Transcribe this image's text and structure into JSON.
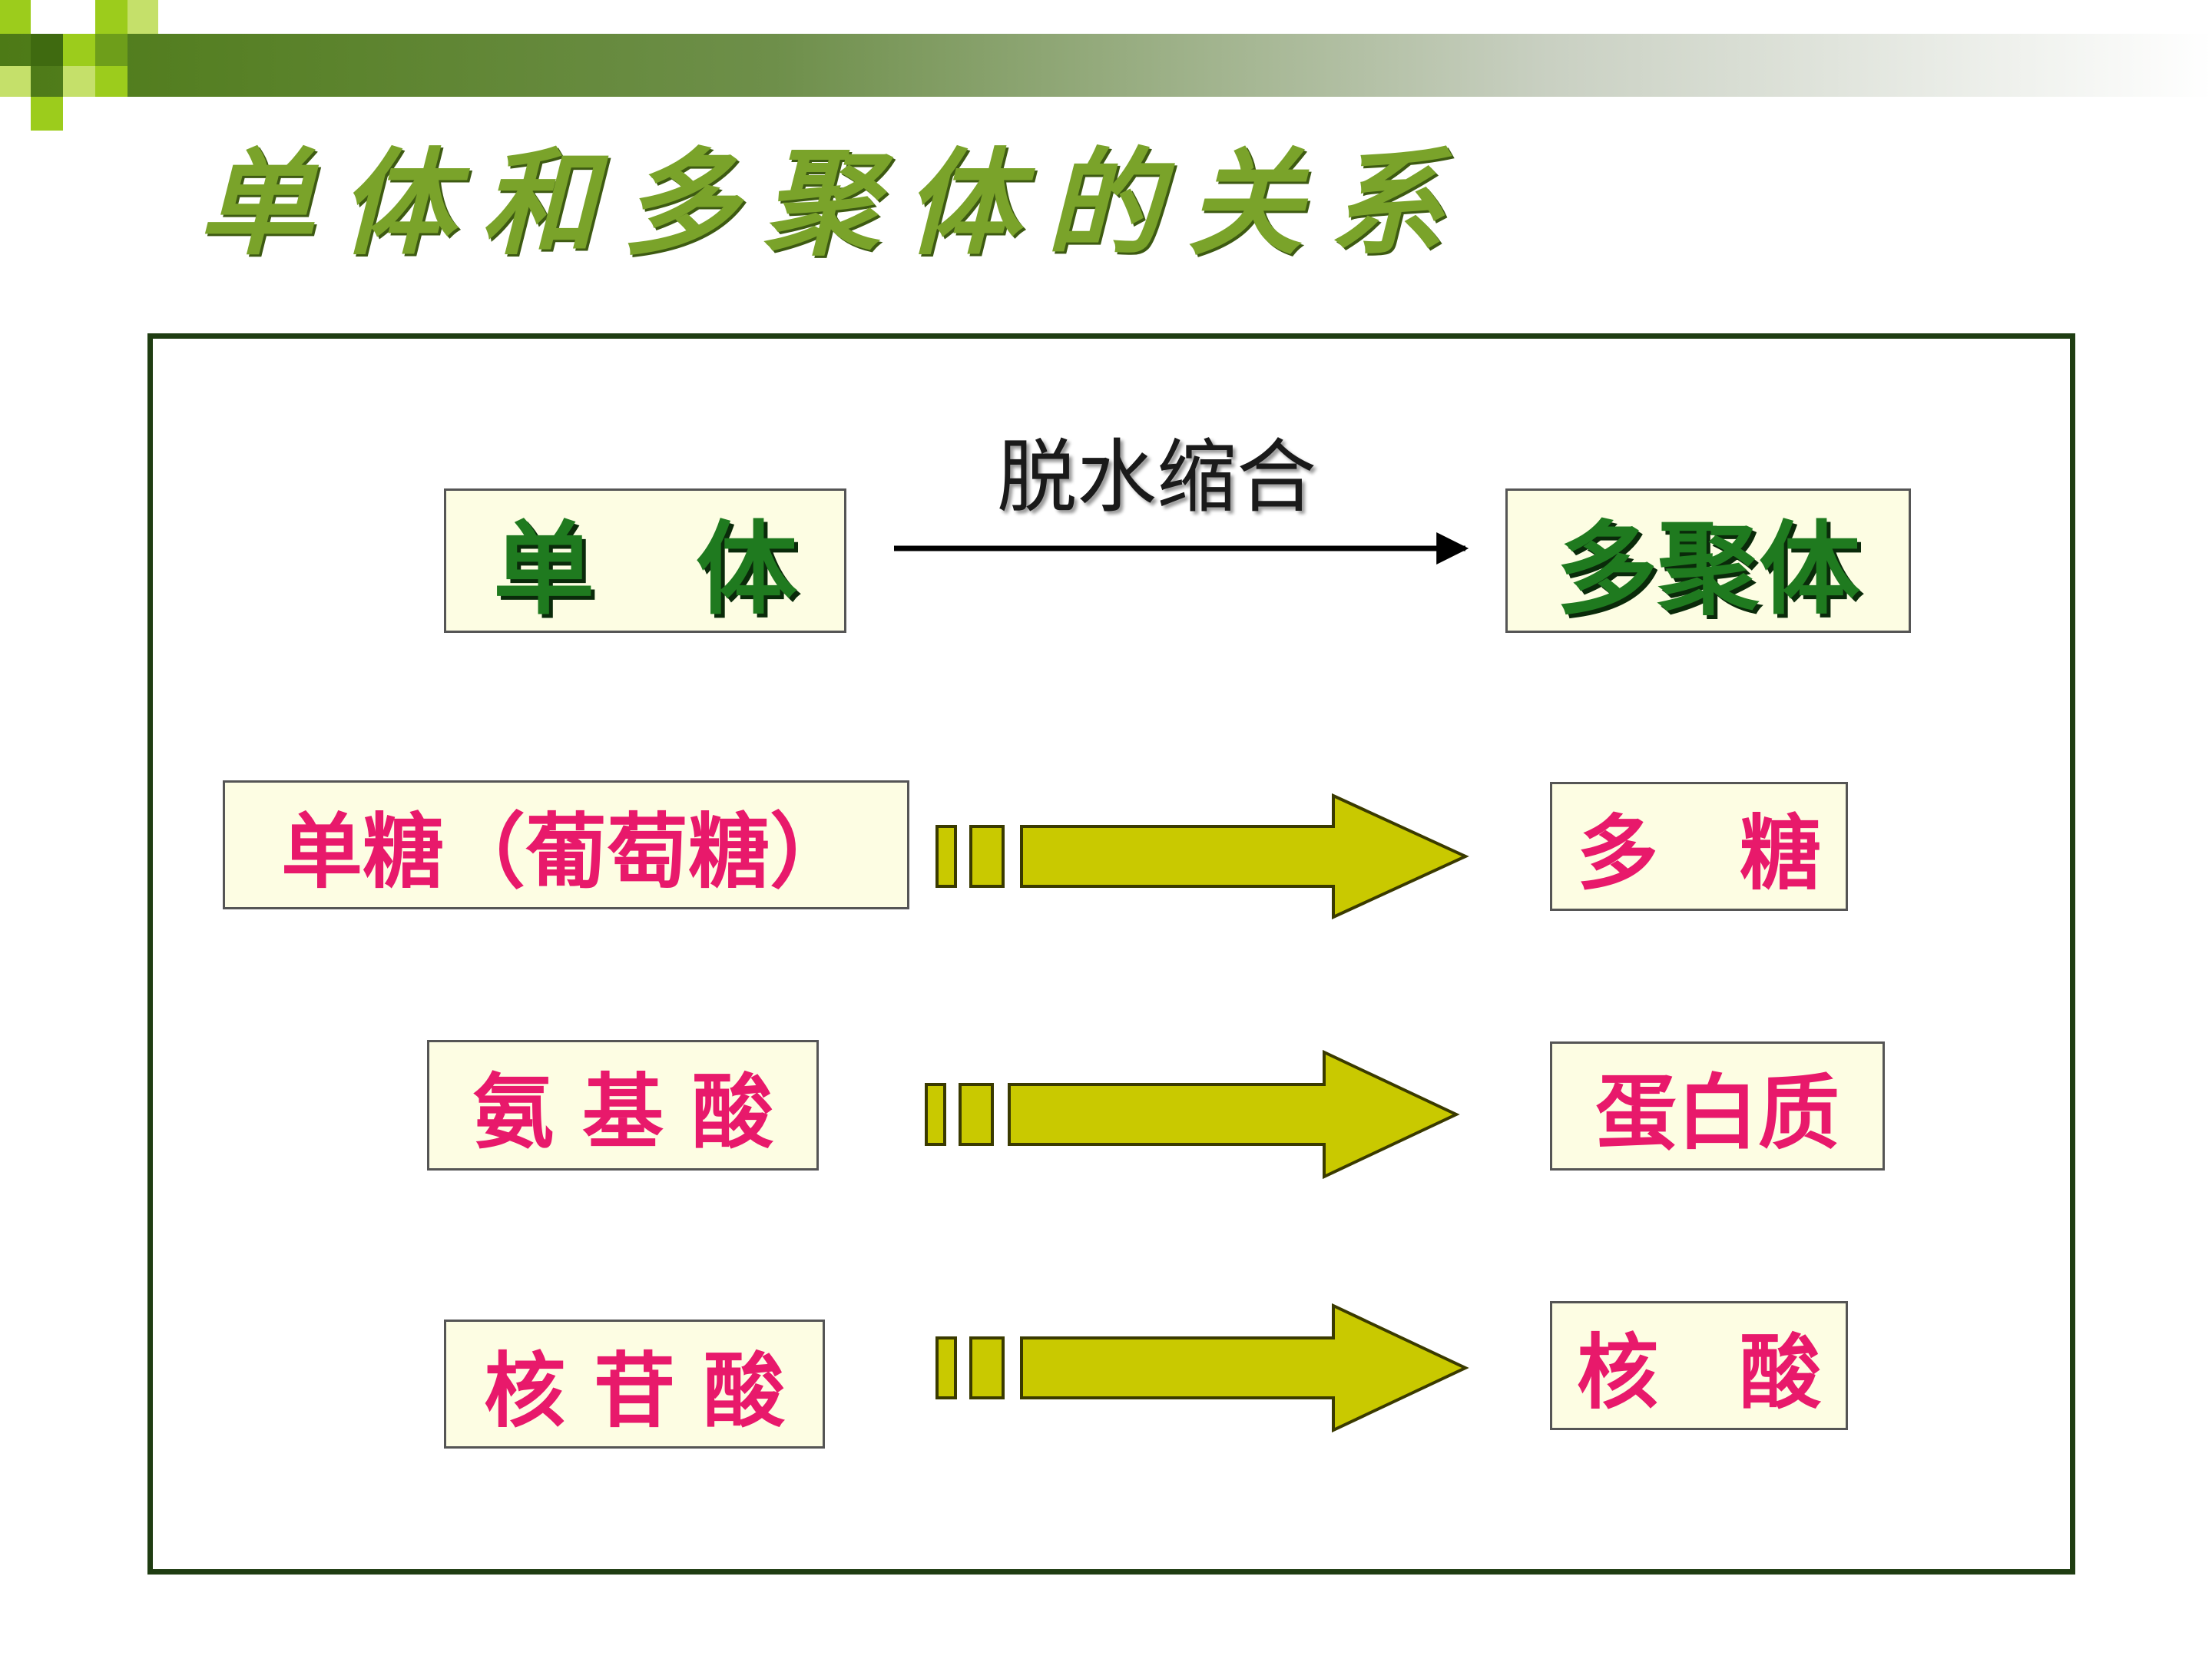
{
  "title": "单体和多聚体的关系",
  "header": {
    "monomer": "单　体",
    "polymer": "多聚体",
    "reaction": "脱水缩合"
  },
  "rows": [
    {
      "monomer": "单糖（葡萄糖）",
      "polymer": "多　糖"
    },
    {
      "monomer": "氨 基 酸",
      "polymer": "蛋白质"
    },
    {
      "monomer": "核 苷 酸",
      "polymer": "核　酸"
    }
  ],
  "colors": {
    "title": "#7aa32a",
    "frame": "#1f3d12",
    "box_fill": "#fdfde3",
    "head_text": "#1f7a1f",
    "row_text": "#e8196b",
    "arrow_fill": "#c9c900",
    "arrow_stroke": "#3a3a00"
  }
}
